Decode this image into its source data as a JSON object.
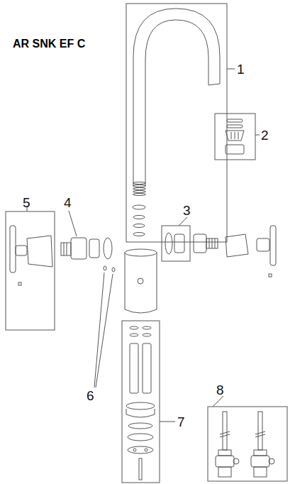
{
  "diagram": {
    "title": "AR SNK EF C",
    "labels": [
      "1",
      "2",
      "3",
      "4",
      "5",
      "6",
      "7",
      "8"
    ]
  }
}
